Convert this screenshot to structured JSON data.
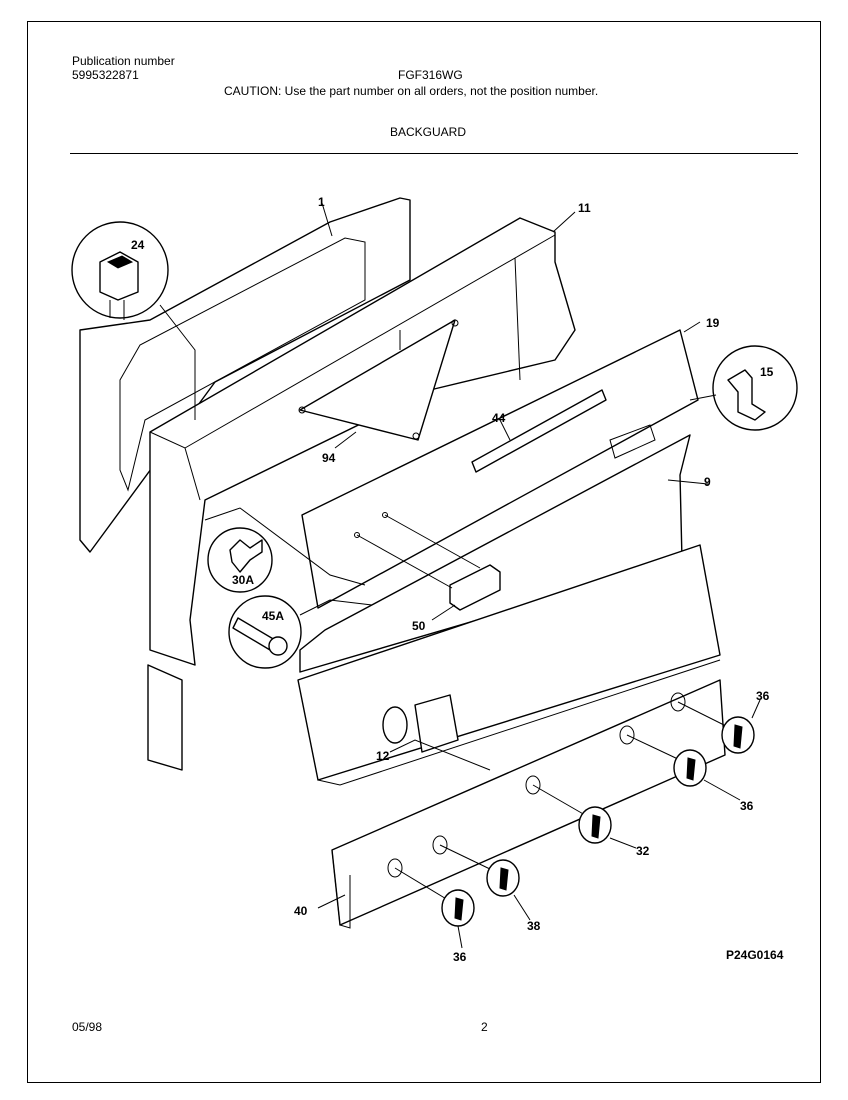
{
  "header": {
    "publication_label": "Publication number",
    "publication_number": "5995322871",
    "model": "FGF316WG",
    "caution": "CAUTION:  Use the part number on all orders, not the position number.",
    "section": "BACKGUARD"
  },
  "diagram_ref": "P24G0164",
  "footer": {
    "date": "05/98",
    "page": "2"
  },
  "callouts": {
    "c1": "1",
    "c11": "11",
    "c24": "24",
    "c19": "19",
    "c15": "15",
    "c44": "44",
    "c94": "94",
    "c9": "9",
    "c30a": "30A",
    "c45a": "45A",
    "c50": "50",
    "c36a": "36",
    "c36b": "36",
    "c12": "12",
    "c32": "32",
    "c40": "40",
    "c38": "38",
    "c36c": "36"
  }
}
